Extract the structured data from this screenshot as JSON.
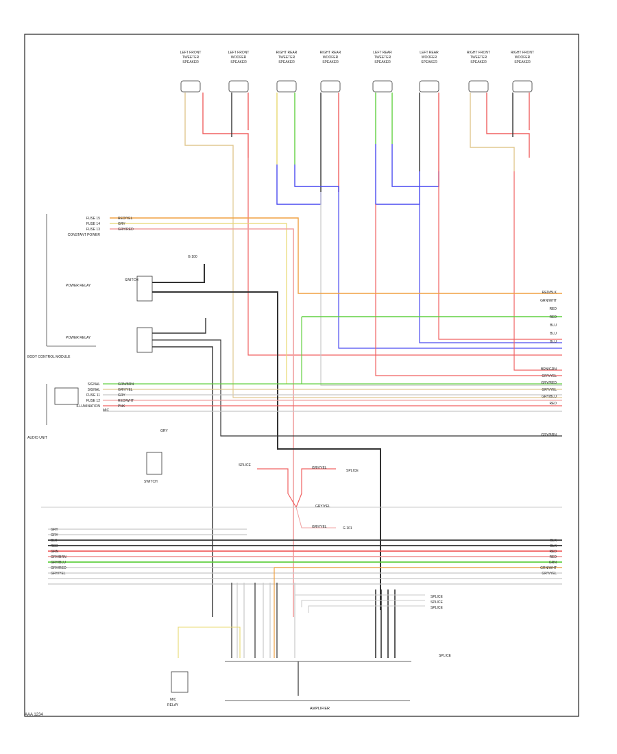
{
  "footer": {
    "code": "AAA 1234"
  },
  "colors": {
    "yellow": "#e8d870",
    "red": "#f06060",
    "blue": "#4a4af0",
    "green": "#60d040",
    "orange": "#f0a040",
    "black": "#333333",
    "gray": "#c8c8c8",
    "pink": "#f0a0a0",
    "tan": "#e0c890"
  },
  "speakers": [
    {
      "label": "LEFT FRONT TWEETER SPEAKER",
      "id": "spk-1"
    },
    {
      "label": "LEFT FRONT WOOFER SPEAKER",
      "id": "spk-2"
    },
    {
      "label": "RIGHT REAR TWEETER SPEAKER",
      "id": "spk-3"
    },
    {
      "label": "RIGHT REAR WOOFER SPEAKER",
      "id": "spk-4"
    },
    {
      "label": "LEFT REAR TWEETER SPEAKER",
      "id": "spk-5"
    },
    {
      "label": "LEFT REAR WOOFER SPEAKER",
      "id": "spk-6"
    },
    {
      "label": "RIGHT FRONT TWEETER SPEAKER",
      "id": "spk-7"
    },
    {
      "label": "RIGHT FRONT WOOFER SPEAKER",
      "id": "spk-8"
    }
  ],
  "left_modules": {
    "top_pins": [
      "FUSE 15",
      "FUSE 14",
      "FUSE 13",
      "CONSTANT POWER",
      "",
      ""
    ],
    "top_wires": [
      "RED/YEL",
      "GRY",
      "GRY/RED"
    ],
    "relay_top": "POWER RELAY",
    "relay_bottom": "POWER RELAY",
    "module_label": "BODY CONTROL MODULE",
    "ground_label": "G 100",
    "mid_pins": [
      "SIGNAL",
      "SIGNAL",
      "FUSE 11",
      "FUSE 12",
      "ILLUMINATION",
      ""
    ],
    "mid_wires": [
      "GRN/BRN",
      "GRY/YEL",
      "GRY",
      "RED/WHT",
      "PNK"
    ],
    "mid_module_label": "AUDIO UNIT",
    "mic_label": "MIC",
    "mic_wire": "GRY",
    "left_switch_label": "SWITCH",
    "bottom_switch_label": "SWITCH"
  },
  "bus_labels": {
    "right_top": [
      "RED/BLK",
      "GRN/WHT",
      "RED",
      "RED",
      "BLU",
      "BLU",
      "BLU"
    ],
    "right_mid": [
      "BRN/GRN",
      "GRY/YEL",
      "GRY/RED",
      "GRY/YEL",
      "GRY/BLU",
      "RED"
    ],
    "right_gry": "GRY/BRN",
    "splice_left": "SPLICE",
    "splice_right": "GRY/YEL",
    "splice_far": "SPLICE",
    "splice_mid": "GRY/YEL",
    "splice_bottom": "GRY/YEL",
    "ground_right": "G 101",
    "bottom_bus_left": [
      "GRY",
      "GRY",
      "BLK",
      "RED",
      "GRN",
      "GRY/BRN",
      "GRY/BLU",
      "GRY/RED",
      "GRY/YEL"
    ],
    "bottom_bus_right": [
      "BLK",
      "BLK",
      "RED",
      "RED",
      "GRN",
      "GRN/WHT",
      "GRY/YEL"
    ],
    "amp_labels": [
      "SPLICE",
      "SPLICE",
      "SPLICE"
    ],
    "amp_right_label": "SPLICE",
    "amplifier_label": "AMPLIFIER",
    "bottom_module_label": "MIC",
    "bottom_module_sub": "RELAY"
  }
}
